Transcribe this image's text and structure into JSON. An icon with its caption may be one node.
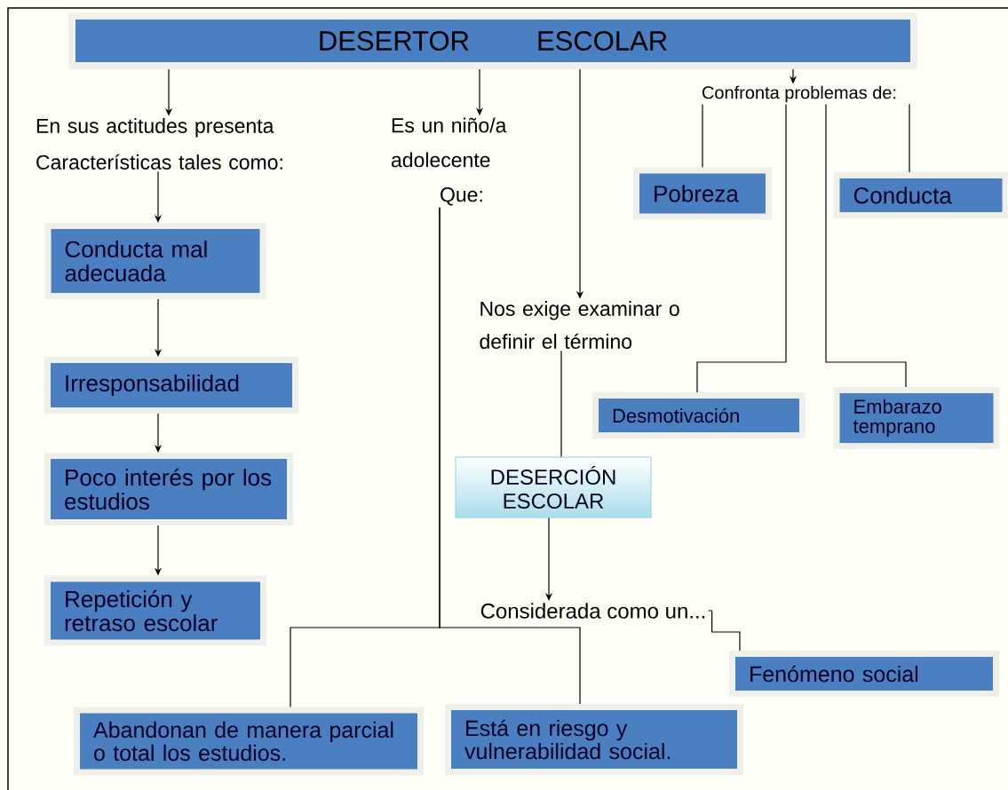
{
  "diagram": {
    "nodes": [
      {
        "text": [
          "DESERTOR ESCOLAR"
        ]
      },
      {
        "text": [
          "En sus actitudes presenta Características tales como:"
        ]
      },
      {
        "text": [
          "Es un niño/a adolecente",
          "Que:"
        ]
      },
      {
        "text": [
          "Nos exige examinar o definir el término"
        ]
      },
      {
        "text": [
          "Confronta problemas de:"
        ]
      },
      {
        "text": [
          "Conducta mal adecuada"
        ]
      },
      {
        "text": [
          "Irresponsabilidad"
        ]
      },
      {
        "text": [
          "Poco interés por los estudios"
        ]
      },
      {
        "text": [
          "Repetición y retraso escolar"
        ]
      },
      {
        "text": [
          "Pobreza"
        ]
      },
      {
        "text": [
          "Conducta"
        ]
      },
      {
        "text": [
          "Desmotivación"
        ]
      },
      {
        "text": [
          "Embarazo temprano"
        ]
      },
      {
        "text": [
          "DESERCIÓN ESCOLAR"
        ]
      },
      {
        "text": [
          "Considerada como un..."
        ]
      },
      {
        "text": [
          "Fenómeno social"
        ]
      },
      {
        "text": [
          "Abandonan de manera parcial o total los estudios."
        ]
      },
      {
        "text": [
          "Está en riesgo y vulnerabilidad social."
        ]
      }
    ],
    "edges": [
      {
        "from": 0,
        "to": 1,
        "arrow": "to"
      },
      {
        "from": 0,
        "to": 2,
        "arrow": "to"
      },
      {
        "from": 0,
        "to": 3,
        "arrow": "to"
      },
      {
        "from": 0,
        "to": 4,
        "arrow": "to"
      },
      {
        "from": 1,
        "to": 5,
        "arrow": "to"
      },
      {
        "from": 5,
        "to": 6,
        "arrow": "to"
      },
      {
        "from": 6,
        "to": 7,
        "arrow": "to"
      },
      {
        "from": 7,
        "to": 8,
        "arrow": "to"
      },
      {
        "from": 4,
        "to": 9,
        "arrow": "none"
      },
      {
        "from": 4,
        "to": 10,
        "arrow": "none"
      },
      {
        "from": 4,
        "to": 11,
        "arrow": "none"
      },
      {
        "from": 4,
        "to": 12,
        "arrow": "none"
      },
      {
        "from": 3,
        "to": 13,
        "arrow": "none"
      },
      {
        "from": 13,
        "to": 14,
        "arrow": "to"
      },
      {
        "from": 14,
        "to": 15,
        "arrow": "none"
      },
      {
        "from": 2,
        "to": 16,
        "arrow": "none"
      },
      {
        "from": 2,
        "to": 17,
        "arrow": "none"
      }
    ]
  }
}
